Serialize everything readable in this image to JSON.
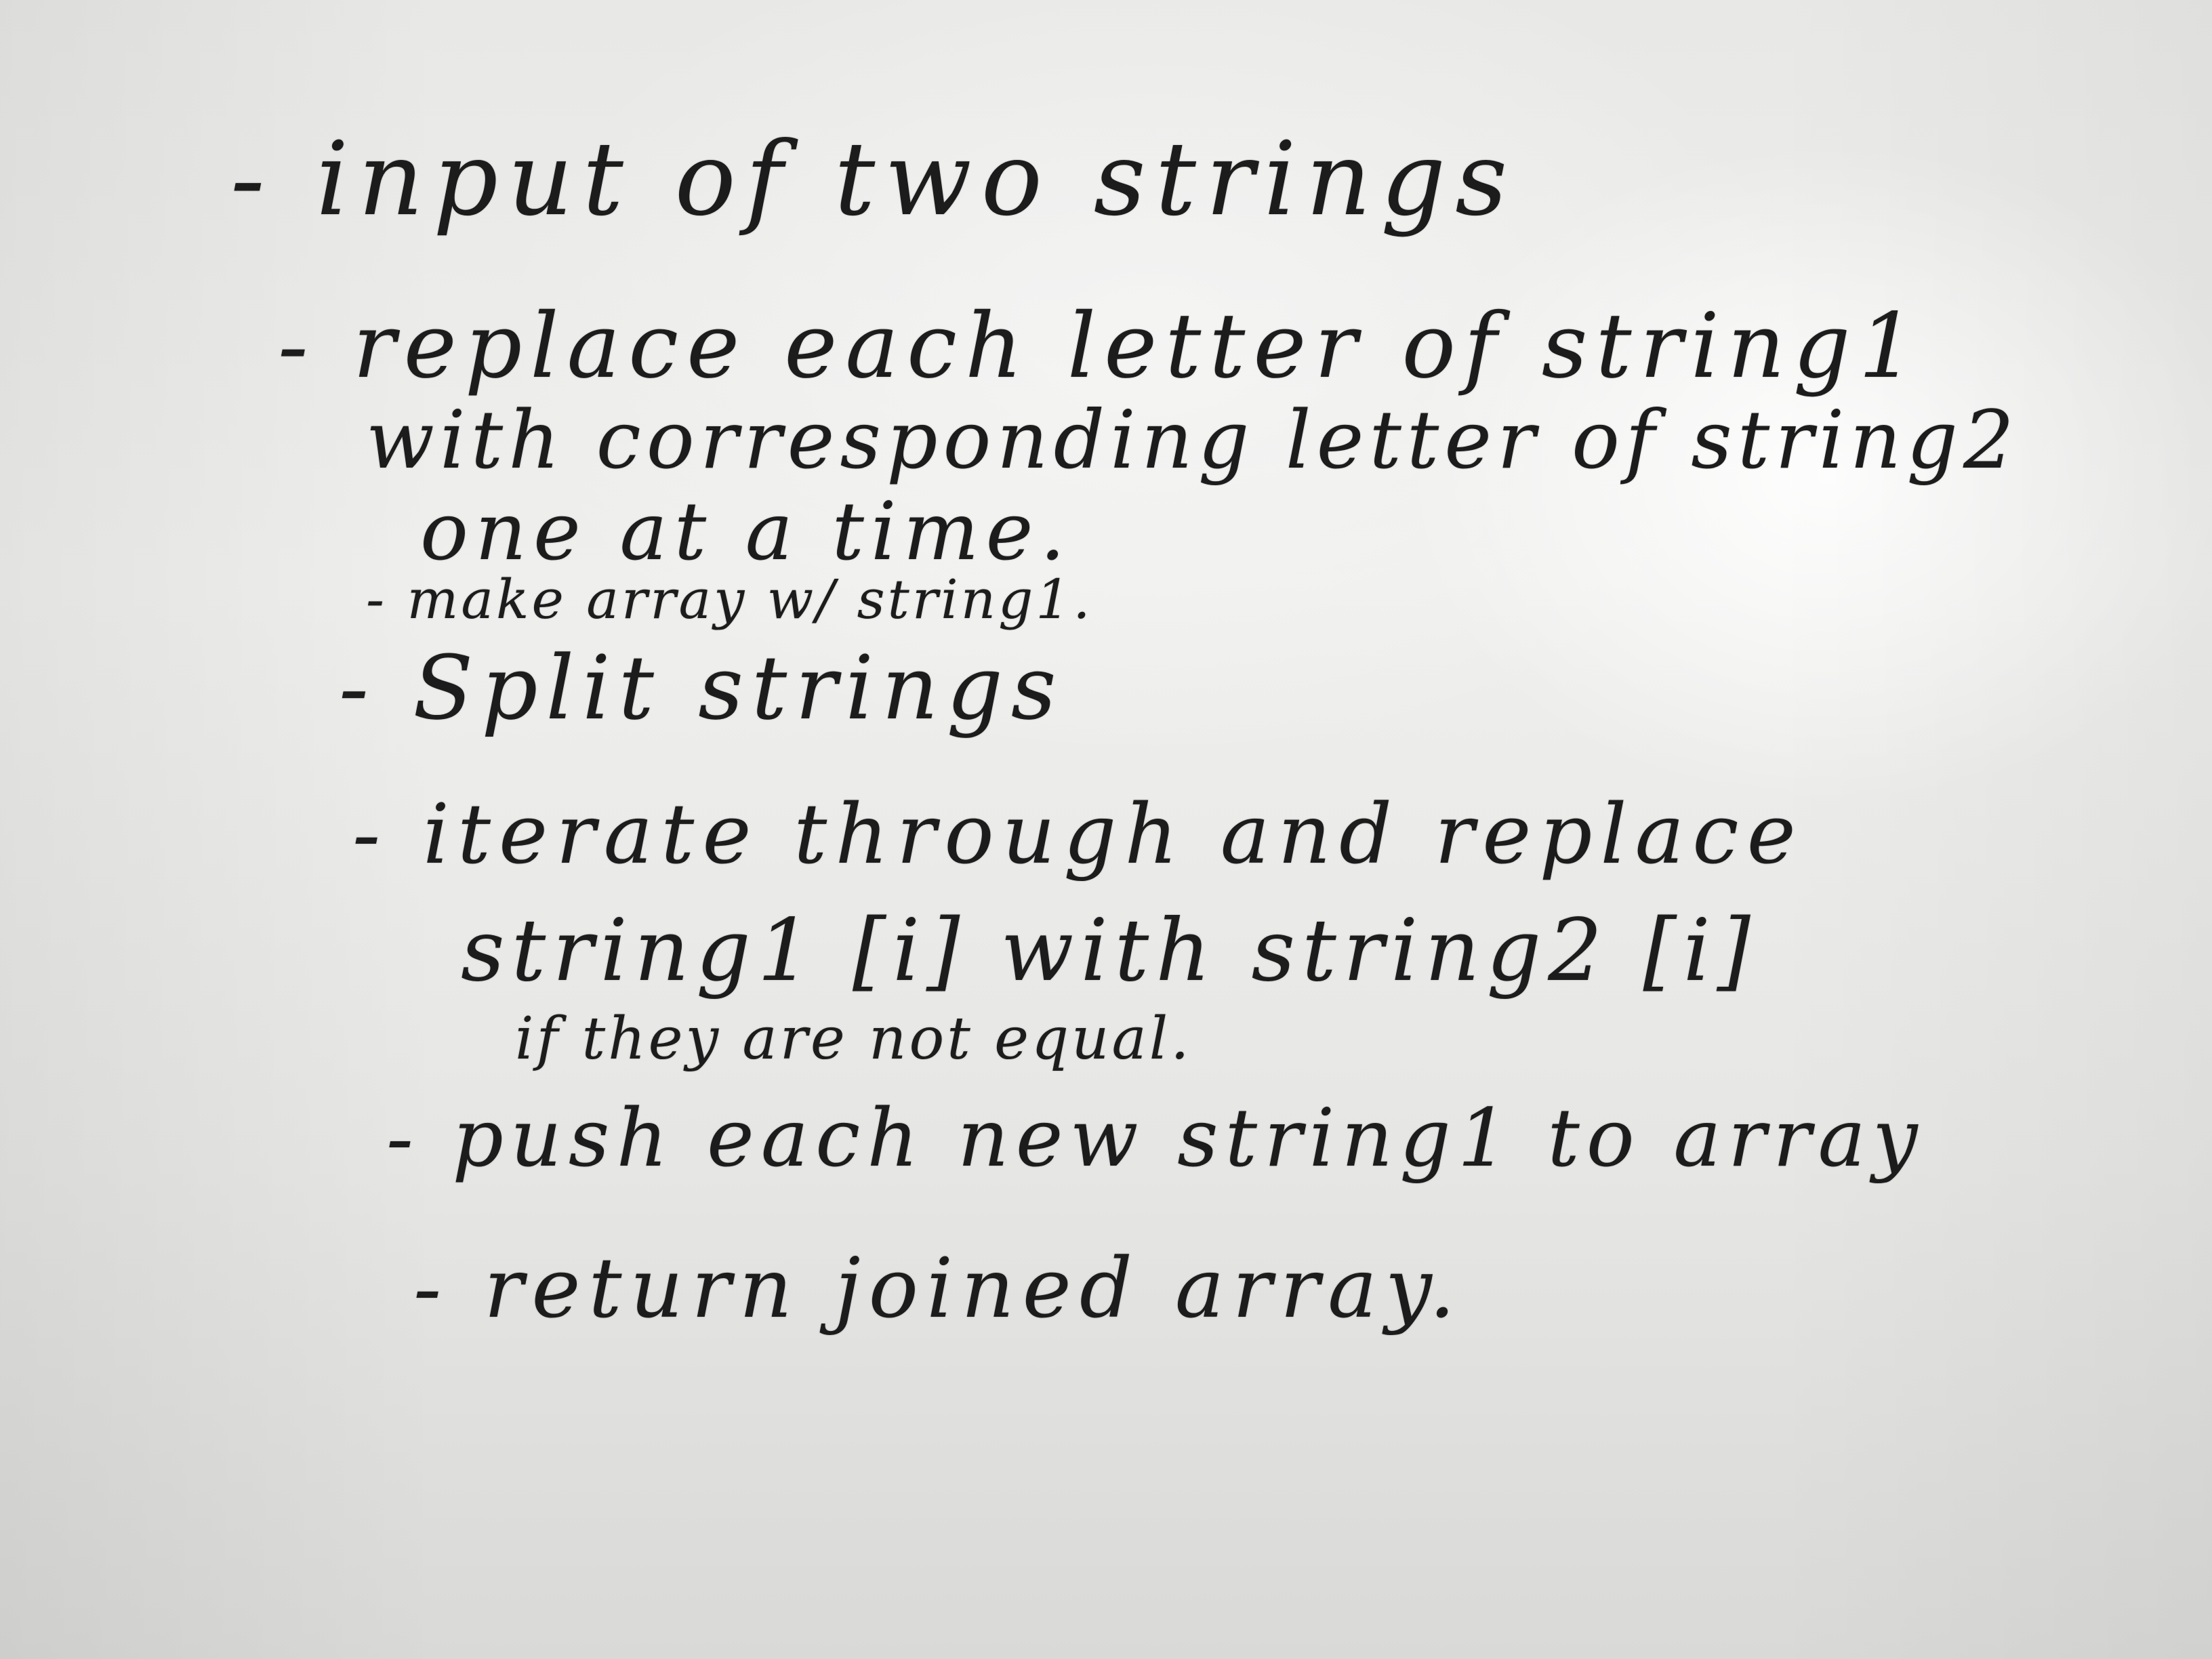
{
  "whiteboard": {
    "lines": [
      "- input of two strings",
      "- replace each letter of string1",
      "with corresponding letter of string2",
      "one at a time.",
      "- make array w/ string1.",
      "- Split strings",
      "- iterate through and replace",
      "string1 [i] with string2 [i]",
      "if they are not equal.",
      "- push each new string1 to array",
      "- return joined array."
    ]
  }
}
